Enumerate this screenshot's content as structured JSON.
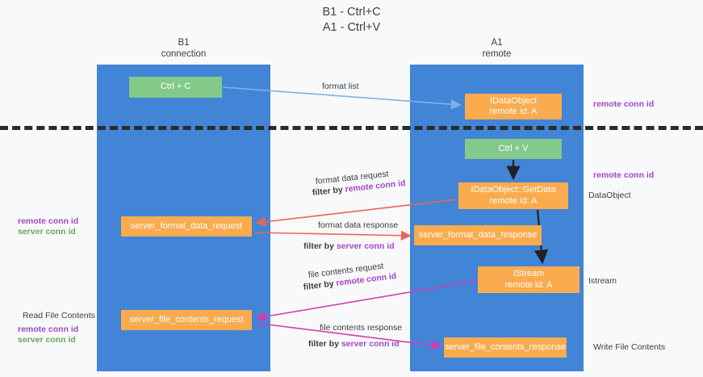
{
  "title": {
    "line1": "B1 - Ctrl+C",
    "line2": "A1 - Ctrl+V"
  },
  "lanes": [
    {
      "id": "b1",
      "name": "B1",
      "role": "connection",
      "color": "#4285d6"
    },
    {
      "id": "a1",
      "name": "A1",
      "role": "remote",
      "color": "#4285d6"
    }
  ],
  "nodes": {
    "ctrl_c": {
      "label": "Ctrl + C",
      "color": "#82c98a"
    },
    "idataobject": {
      "label": "IDataObject",
      "sub": "remote id: A",
      "color": "#f9ab4e"
    },
    "ctrl_v": {
      "label": "Ctrl + V",
      "color": "#82c98a"
    },
    "getdata": {
      "label": "IDataObject::GetData",
      "sub": "remote id: A",
      "color": "#f9ab4e"
    },
    "server_format_data_request": {
      "label": "server_format_data_request",
      "color": "#f9ab4e"
    },
    "server_format_data_response": {
      "label": "server_format_data_response",
      "color": "#f9ab4e"
    },
    "istream": {
      "label": "IStream",
      "sub": "remote id: A",
      "color": "#f9ab4e"
    },
    "server_file_contents_request": {
      "label": "server_file_contents_request",
      "color": "#f9ab4e"
    },
    "server_file_contents_response": {
      "label": "server_file_contents_response",
      "color": "#f9ab4e"
    }
  },
  "edge_labels": {
    "format_list": "format list",
    "format_data_request": "format data request",
    "filter_by_prefix": "filter by ",
    "remote_conn_id": "remote conn id",
    "server_conn_id": "server conn id",
    "format_data_response": "format data response",
    "file_contents_request": "file contents request",
    "file_contents_response": "file contents response"
  },
  "annotations": {
    "remote_conn_id_top": "remote conn id",
    "remote_conn_id_mid": "remote conn id",
    "dataobject": "DataObject",
    "istream": "Istream",
    "write_file_contents": "Write File Contents",
    "read_file_contents": "Read File Contents",
    "left_remote_conn_id": "remote conn id",
    "left_server_conn_id": "server conn id",
    "left_remote_conn_id_2": "remote conn id",
    "left_server_conn_id_2": "server conn id"
  },
  "colors": {
    "lane": "#4285d6",
    "green_node": "#82c98a",
    "orange_node": "#f9ab4e",
    "purple": "#a347c9",
    "green_text": "#6aa84f",
    "arrow_blue": "#7fb2e5",
    "arrow_red": "#e8645a",
    "arrow_magenta": "#cf3db3",
    "arrow_dark": "#202124",
    "divider": "#2b2b2b"
  }
}
